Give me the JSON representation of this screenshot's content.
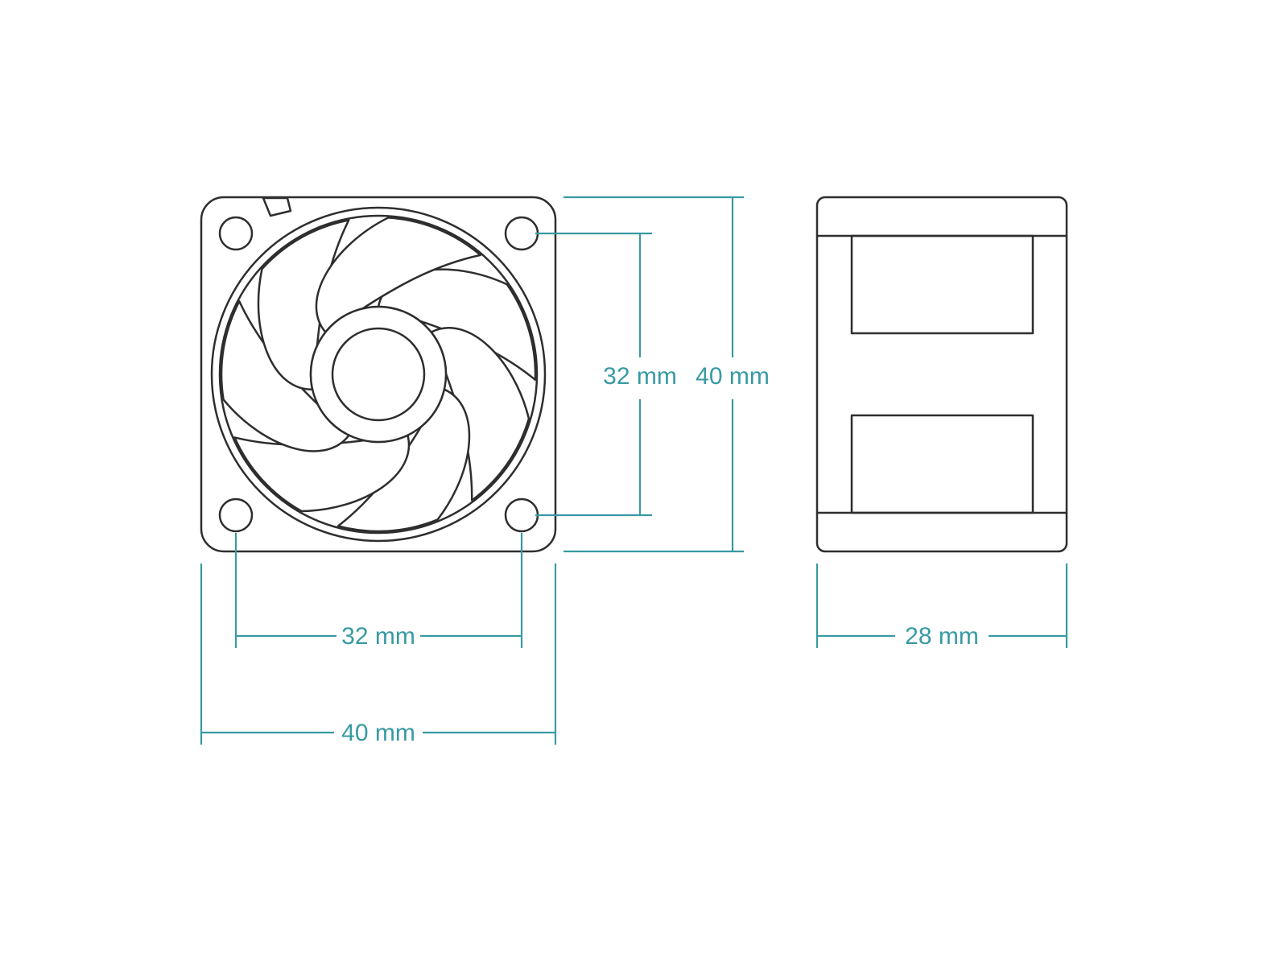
{
  "page": {
    "background": "#ffffff"
  },
  "diagram": {
    "type": "technical-drawing",
    "subject": "40 mm axial fan dimensional drawing, front view and side view",
    "colors": {
      "outline": "#2e2e2e",
      "dimension": "#389aa3"
    },
    "fan": {
      "blade_count": 7
    },
    "views": {
      "front": {
        "name": "front-view"
      },
      "side": {
        "name": "side-view"
      }
    },
    "dimensions": {
      "front_hole_spacing_vertical": "32 mm",
      "front_height": "40 mm",
      "front_hole_spacing_horizontal": "32 mm",
      "front_width": "40 mm",
      "side_depth": "28 mm"
    }
  }
}
